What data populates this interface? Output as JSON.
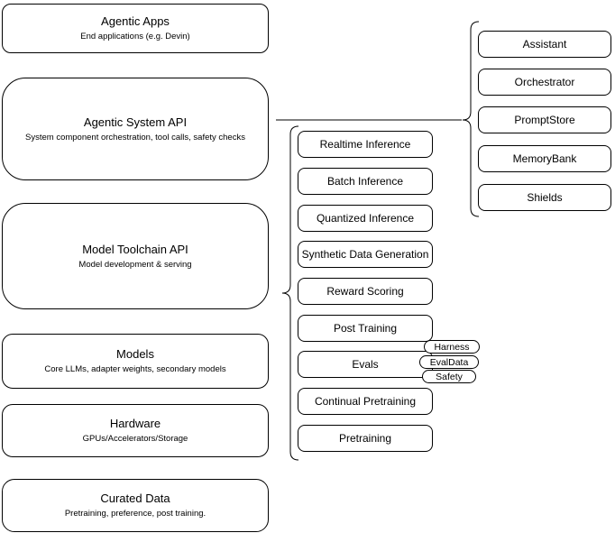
{
  "stack": {
    "layers": [
      {
        "title": "Agentic Apps",
        "subtitle": "End applications (e.g. Devin)"
      },
      {
        "title": "Agentic System API",
        "subtitle": "System component orchestration, tool calls, safety checks"
      },
      {
        "title": "Model Toolchain API",
        "subtitle": "Model development & serving"
      },
      {
        "title": "Models",
        "subtitle": "Core LLMs, adapter weights, secondary models"
      },
      {
        "title": "Hardware",
        "subtitle": "GPUs/Accelerators/Storage"
      },
      {
        "title": "Curated Data",
        "subtitle": "Pretraining, preference, post training."
      }
    ]
  },
  "toolchain": {
    "items": [
      "Realtime Inference",
      "Batch Inference",
      "Quantized Inference",
      "Synthetic Data Generation",
      "Reward Scoring",
      "Post Training",
      "Evals",
      "Continual Pretraining",
      "Pretraining"
    ],
    "evals_tags": [
      "Harness",
      "EvalData",
      "Safety"
    ]
  },
  "system_components": {
    "items": [
      "Assistant",
      "Orchestrator",
      "PromptStore",
      "MemoryBank",
      "Shields"
    ]
  },
  "colors": {
    "stroke": "#000000",
    "fill": "#ffffff",
    "text": "#000000",
    "background": "#ffffff"
  }
}
